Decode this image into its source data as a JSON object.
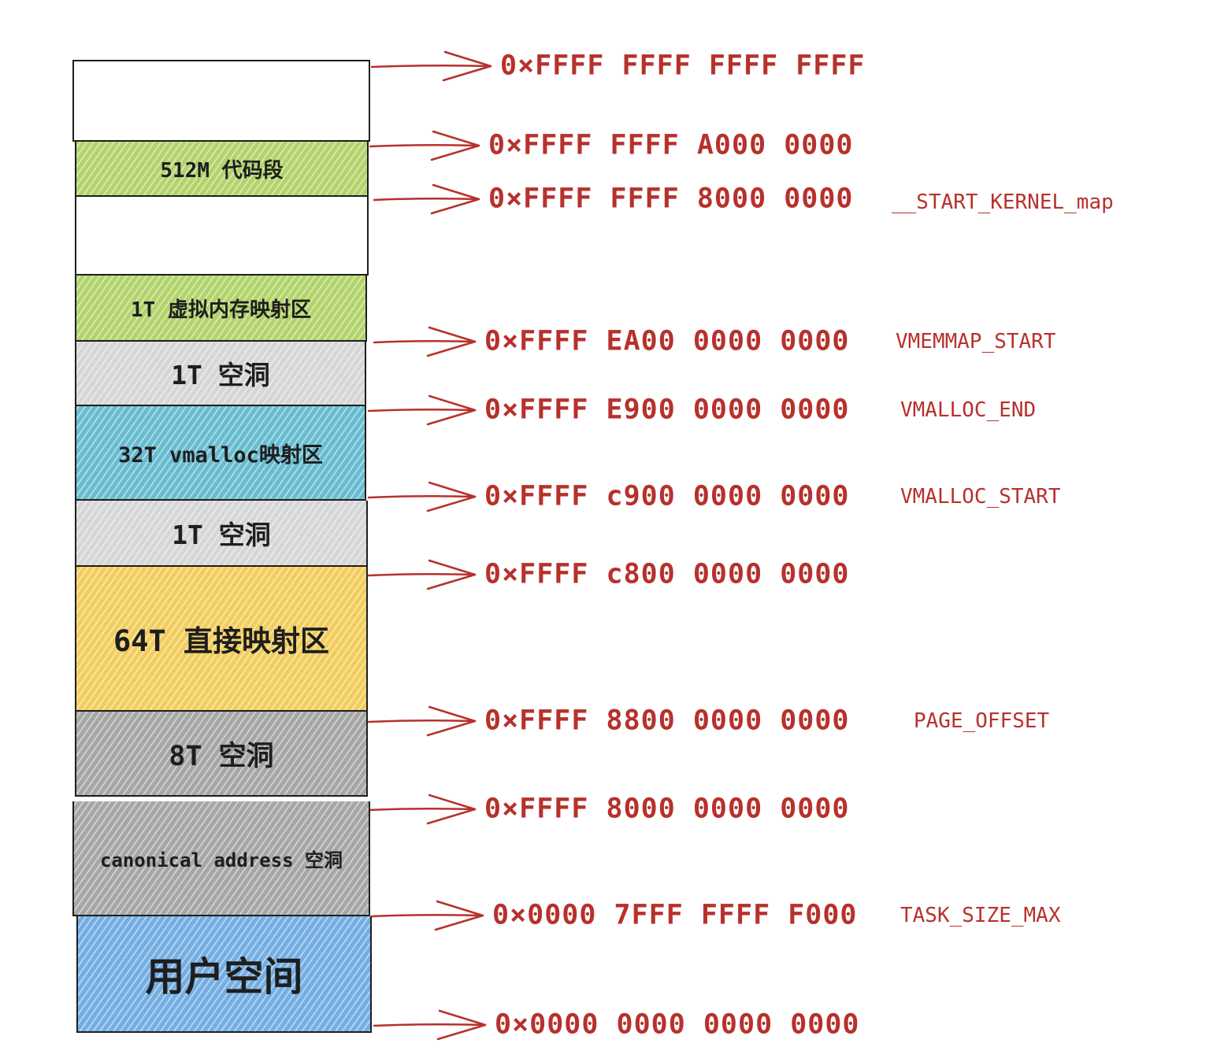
{
  "segments": [
    {
      "id": "top-gap",
      "label": "",
      "fill": "#ffffff"
    },
    {
      "id": "kernel-text",
      "label": "512M 代码段",
      "fill": "#b2d36a"
    },
    {
      "id": "mid-gap",
      "label": "",
      "fill": "#ffffff"
    },
    {
      "id": "vmemmap",
      "label": "1T 虚拟内存映射区",
      "fill": "#b2d36a"
    },
    {
      "id": "hole-1",
      "label": "1T 空洞",
      "fill": "#d6d6d6"
    },
    {
      "id": "vmalloc",
      "label": "32T vmalloc映射区",
      "fill": "#67bcd0"
    },
    {
      "id": "hole-2",
      "label": "1T 空洞",
      "fill": "#d6d6d6"
    },
    {
      "id": "direct-map",
      "label": "64T 直接映射区",
      "fill": "#f2cd5c"
    },
    {
      "id": "hole-8t",
      "label": "8T 空洞",
      "fill": "#a6a6a6"
    },
    {
      "id": "canonical",
      "label": "canonical address 空洞",
      "fill": "#a6a6a6"
    },
    {
      "id": "user-space",
      "label": "用户空间",
      "fill": "#74aee2"
    }
  ],
  "addresses": [
    {
      "value": "0×FFFF FFFF FFFF FFFF",
      "symbol": ""
    },
    {
      "value": "0×FFFF FFFF A000 0000",
      "symbol": ""
    },
    {
      "value": "0×FFFF FFFF 8000 0000",
      "symbol": "__START_KERNEL_map"
    },
    {
      "value": "0×FFFF EA00 0000 0000",
      "symbol": "VMEMMAP_START"
    },
    {
      "value": "0×FFFF E900 0000 0000",
      "symbol": "VMALLOC_END"
    },
    {
      "value": "0×FFFF c900 0000 0000",
      "symbol": "VMALLOC_START"
    },
    {
      "value": "0×FFFF c800 0000 0000",
      "symbol": ""
    },
    {
      "value": "0×FFFF 8800 0000 0000",
      "symbol": "PAGE_OFFSET"
    },
    {
      "value": "0×FFFF 8000 0000 0000",
      "symbol": ""
    },
    {
      "value": "0×0000 7FFF FFFF F000",
      "symbol": "TASK_SIZE_MAX"
    },
    {
      "value": "0×0000 0000 0000 0000",
      "symbol": ""
    }
  ],
  "colors": {
    "accent": "#b7312c",
    "outline": "#1e1e1e"
  }
}
